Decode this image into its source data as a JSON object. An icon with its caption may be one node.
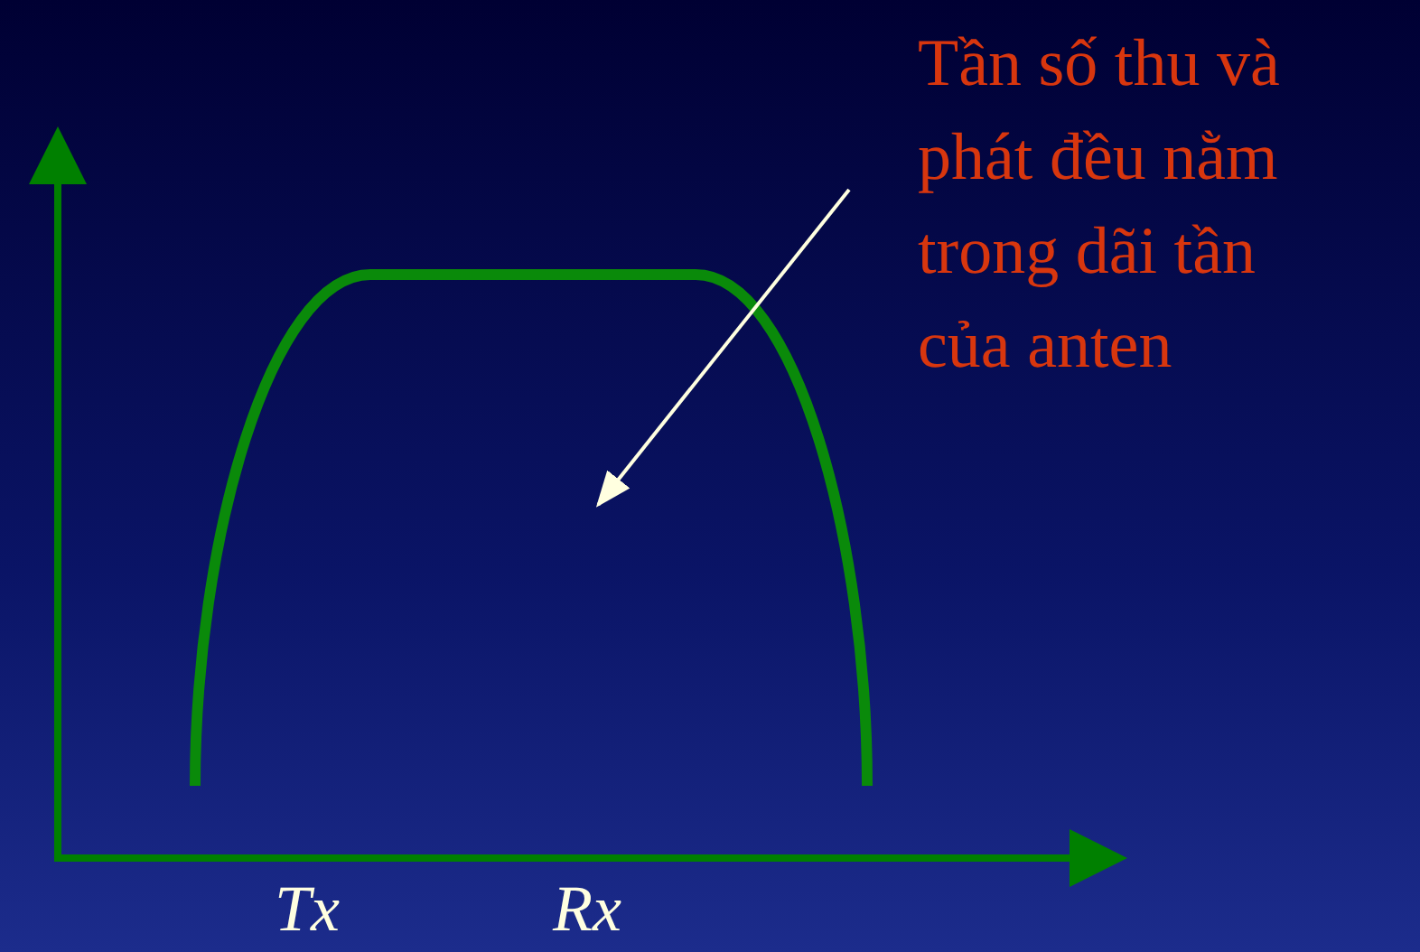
{
  "diagram": {
    "nodes": [
      {
        "text": [
          "Tần số thu và phát đều nằm trong dãi tần của anten"
        ]
      },
      {
        "text": [],
        "shape": "picture"
      }
    ],
    "edges": [
      {
        "from": 0,
        "to": 1,
        "arrow": "to"
      }
    ],
    "labels": [
      "Tx",
      "Rx"
    ]
  }
}
